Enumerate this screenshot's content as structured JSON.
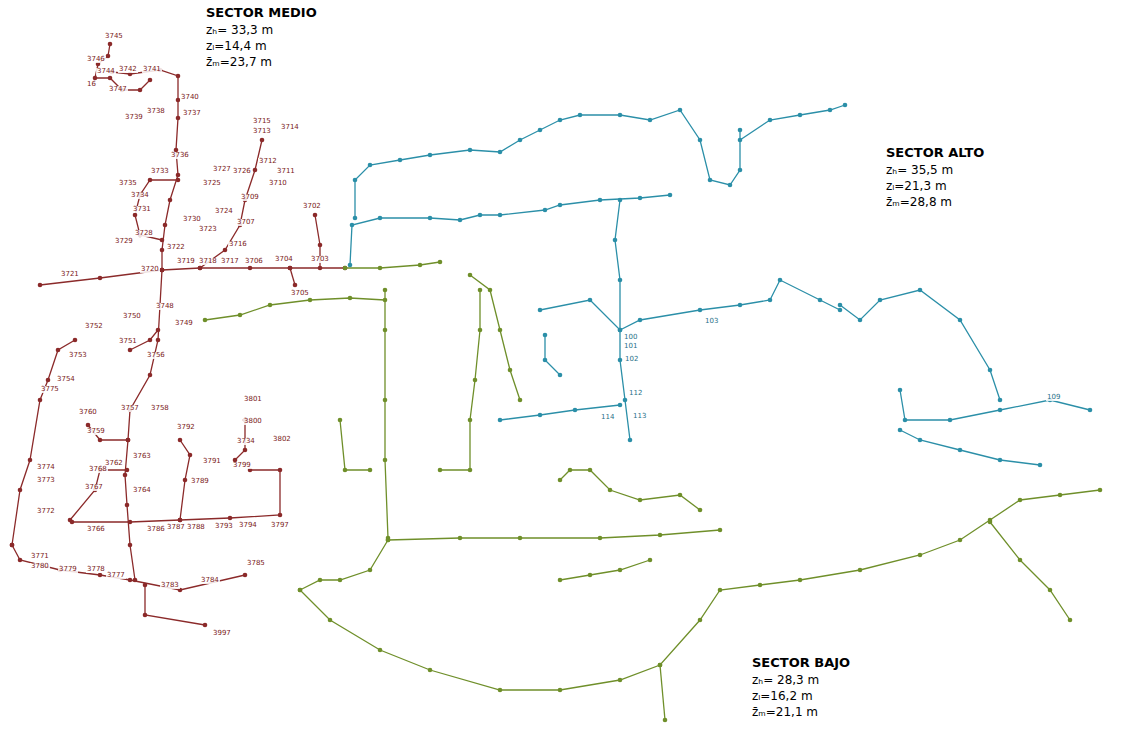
{
  "diagram": {
    "labels": [
      "SECTOR MEDIO",
      "zₕ= 33,3 m",
      "zₗ=14,4 m",
      "z̄ₘ=23,7 m",
      "SECTOR ALTO",
      "zₕ= 35,5 m",
      "zₗ=21,3 m",
      "z̄ₘ=28,8 m",
      "SECTOR BAJO",
      "zₕ= 28,3 m",
      "zₗ=16,2 m",
      "z̄ₘ=21,1 m",
      "3745",
      "3746",
      "3742",
      "3741",
      "3744",
      "16",
      "3747",
      "3740",
      "3739",
      "3738",
      "3737",
      "3736",
      "3715",
      "3713",
      "3714",
      "3712",
      "3711",
      "3710",
      "3727",
      "3726",
      "3725",
      "3709",
      "3724",
      "3733",
      "3735",
      "3734",
      "3731",
      "3730",
      "3723",
      "3729",
      "3728",
      "3722",
      "3716",
      "3707",
      "3702",
      "3721",
      "3720",
      "3719",
      "3718",
      "3717",
      "3706",
      "3704",
      "3703",
      "3705",
      "3748",
      "3750",
      "3749",
      "3752",
      "3751",
      "3756",
      "3753",
      "3754",
      "3775",
      "3757",
      "3758",
      "3760",
      "3759",
      "3792",
      "3801",
      "3800",
      "3734",
      "3802",
      "3791",
      "3789",
      "3799",
      "3763",
      "3764",
      "3762",
      "3768",
      "3767",
      "3774",
      "3773",
      "3772",
      "3766",
      "3786",
      "3787",
      "3788",
      "3793",
      "3794",
      "3797",
      "3771",
      "3780",
      "3779",
      "3778",
      "3777",
      "3783",
      "3784",
      "3785",
      "3997",
      "100",
      "101",
      "102",
      "103",
      "112",
      "113",
      "114",
      "109"
    ]
  }
}
